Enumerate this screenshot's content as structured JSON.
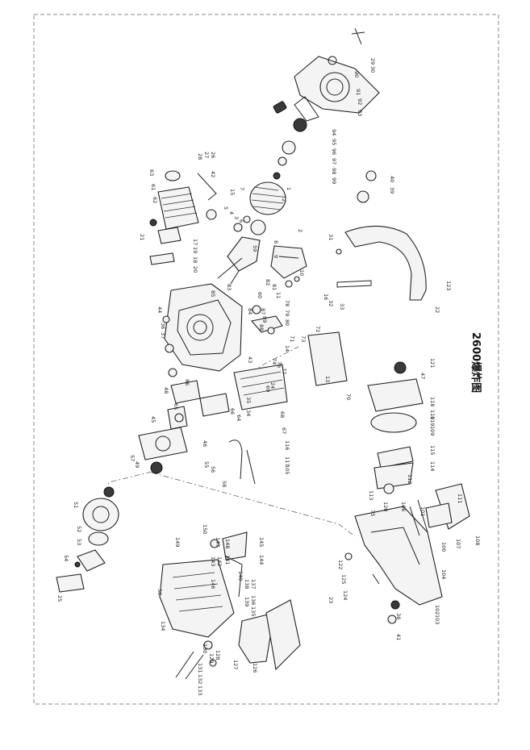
{
  "title": "2600爆炸图",
  "callouts": [
    "1",
    "2",
    "3",
    "4",
    "5",
    "6",
    "7",
    "8",
    "9",
    "10",
    "11",
    "12",
    "13",
    "14",
    "15",
    "16",
    "17",
    "18",
    "19",
    "20",
    "21",
    "22",
    "23",
    "24",
    "25",
    "26",
    "27",
    "28",
    "29",
    "30",
    "31",
    "32",
    "33",
    "34",
    "35",
    "36",
    "37",
    "38",
    "39",
    "40",
    "41",
    "42",
    "43",
    "44",
    "45",
    "46",
    "47",
    "48",
    "49",
    "50",
    "51",
    "52",
    "53",
    "54",
    "55",
    "56",
    "57",
    "58",
    "59",
    "60",
    "61",
    "62",
    "63",
    "64",
    "65",
    "66",
    "67",
    "68",
    "69",
    "70",
    "71",
    "72",
    "73",
    "74",
    "75",
    "76",
    "77",
    "78",
    "79",
    "80",
    "81",
    "82",
    "83",
    "84",
    "85",
    "86",
    "87",
    "88",
    "89",
    "90",
    "91",
    "92",
    "93",
    "94",
    "95",
    "96",
    "97",
    "98",
    "99",
    "100",
    "101",
    "102",
    "103",
    "104",
    "105",
    "106",
    "107",
    "108",
    "109",
    "110",
    "111",
    "112",
    "113",
    "114",
    "115",
    "116",
    "117",
    "118",
    "119",
    "120",
    "121",
    "122",
    "123",
    "124",
    "125",
    "126",
    "127",
    "128",
    "129",
    "130",
    "131",
    "132",
    "133",
    "134",
    "135",
    "136",
    "137",
    "138",
    "139",
    "140",
    "141",
    "142",
    "143",
    "144",
    "145",
    "146",
    "147",
    "148",
    "149",
    "150"
  ]
}
